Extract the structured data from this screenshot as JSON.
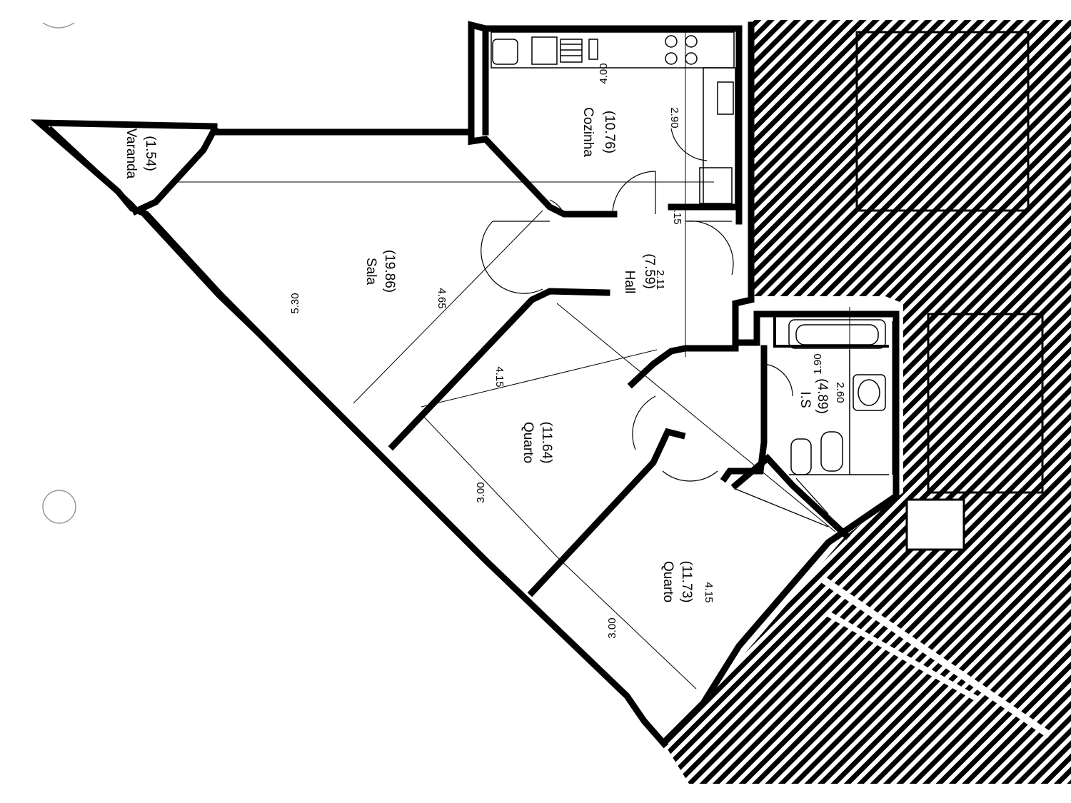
{
  "rooms": [
    {
      "id": "varanda",
      "name": "Varanda",
      "area": "(1.54)"
    },
    {
      "id": "cozinha",
      "name": "Cozinha",
      "area": "(10.76)"
    },
    {
      "id": "sala",
      "name": "Sala",
      "area": "(19.86)"
    },
    {
      "id": "hall",
      "name": "Hall",
      "area": "(7.59)"
    },
    {
      "id": "is",
      "name": "I.S",
      "area": "(4.89)"
    },
    {
      "id": "quarto1",
      "name": "Quarto",
      "area": "(11.64)"
    },
    {
      "id": "quarto2",
      "name": "Quarto",
      "area": "(11.73)"
    }
  ],
  "dimensions": {
    "cozinha_w": "4.00",
    "cozinha_h": "2.90",
    "sala_long": "5.30",
    "sala_diag": "4.65",
    "hall_w": "2.11",
    "hall_gap": "0.15",
    "quarto1_long": "4.15",
    "quarto1_short": "3.00",
    "quarto2_long": "4.15",
    "quarto2_short": "3.00",
    "is_w": "1.90",
    "is_h": "2.60"
  },
  "colors": {
    "ink": "#000000",
    "paper": "#ffffff",
    "punch_hole": "#999999"
  }
}
